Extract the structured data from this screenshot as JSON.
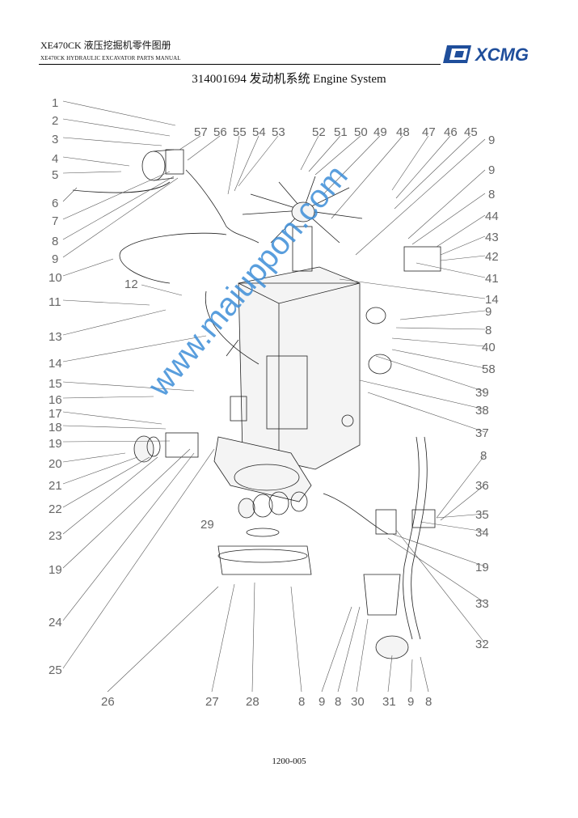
{
  "header": {
    "model_cn": "XE470CK  液压挖掘机零件图册",
    "model_en": "XE470CK HYDRAULIC EXCAVATOR PARTS MANUAL",
    "logo_text": "XCMG"
  },
  "title": "314001694 发动机系统 Engine System",
  "watermark": "www.maiuppon.com",
  "footer": {
    "page_code": "1200-005"
  },
  "callouts": {
    "left": [
      "1",
      "2",
      "3",
      "4",
      "5",
      "6",
      "7",
      "8",
      "9",
      "10",
      "11",
      "12",
      "13",
      "14",
      "15",
      "16",
      "17",
      "18",
      "19",
      "20",
      "21",
      "22",
      "23",
      "19",
      "24",
      "25"
    ],
    "top": [
      "57",
      "56",
      "55",
      "54",
      "53",
      "52",
      "51",
      "50",
      "49",
      "48",
      "47",
      "46",
      "45"
    ],
    "right": [
      "9",
      "9",
      "8",
      "44",
      "43",
      "42",
      "41",
      "14",
      "9",
      "8",
      "40",
      "58",
      "39",
      "38",
      "37",
      "8",
      "36",
      "35",
      "34",
      "19",
      "33",
      "32"
    ],
    "bottom": [
      "26",
      "27",
      "28",
      "8",
      "9",
      "8",
      "30",
      "31",
      "9",
      "8"
    ],
    "inner": [
      "29"
    ]
  }
}
